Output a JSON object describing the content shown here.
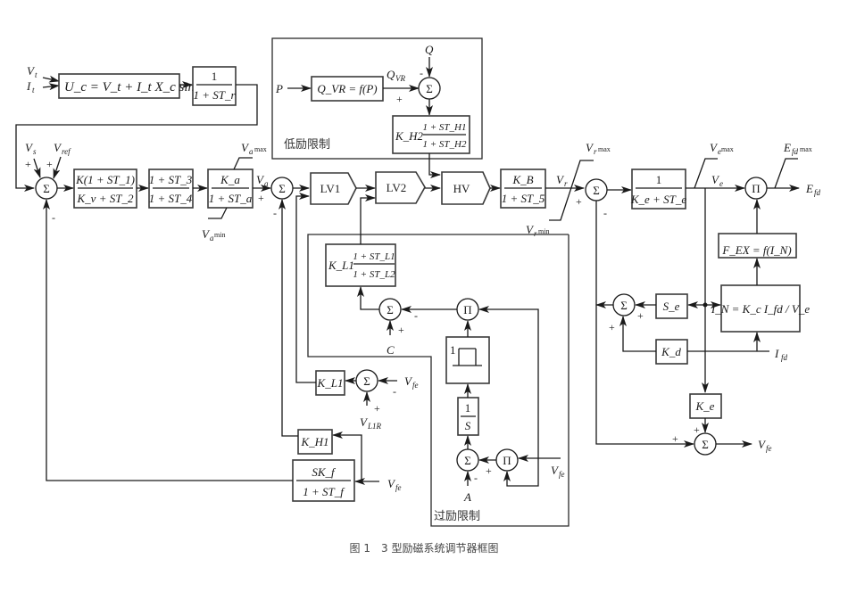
{
  "figure": {
    "caption": "图 1　3 型励磁系统调节器框图",
    "regions": {
      "under_excitation": "低励限制",
      "over_excitation": "过励限制"
    }
  },
  "inputs": {
    "Vt": "V",
    "Vt_sub": "t",
    "It": "I",
    "It_sub": "t",
    "Vs": "V",
    "Vs_sub": "s",
    "Vref": "V",
    "Vref_sub": "ref",
    "P": "P",
    "Q": "Q",
    "Ifd": "I",
    "Ifd_sub": "fd",
    "A": "A",
    "C": "C",
    "VL1R": "V",
    "VL1R_sub": "L1R",
    "Vfe": "V",
    "Vfe_sub": "fe"
  },
  "signals": {
    "Va": "V",
    "Va_sub": "a",
    "Vr": "V",
    "Vr_sub": "r",
    "Ve": "V",
    "Ve_sub": "e",
    "QVR": "Q",
    "QVR_sub": "VR",
    "Efd": "E",
    "Efd_sub": "fd"
  },
  "limits": {
    "Vamax": "max",
    "Vamin": "min",
    "Vrmax": "max",
    "Vrmin": "min",
    "Vemax": "max",
    "Efdmax": "max"
  },
  "blocks": {
    "compensator": "U_c = V_t + I_t X_c sin φ",
    "transducer": {
      "num": "1",
      "den": "1 + ST_r"
    },
    "lead_lag_1": {
      "num": "K(1 + ST_1)",
      "den": "K_v + ST_2"
    },
    "lead_lag_2": {
      "num": "1 + ST_3",
      "den": "1 + ST_4"
    },
    "amplifier": {
      "num": "K_a",
      "den": "1 + ST_a"
    },
    "lv1": "LV1",
    "lv2": "LV2",
    "hv": "HV",
    "kb_block": {
      "num": "K_B",
      "den": "1 + ST_5"
    },
    "exciter": {
      "num": "1",
      "den": "K_e + ST_e"
    },
    "qvr_function": "Q_VR = f(P)",
    "kh2_block": {
      "gain": "K_H2",
      "num": "1 + ST_H1",
      "den": "1 + ST_H2"
    },
    "kl1_leadlag": {
      "gain": "K_L1",
      "num": "1 + ST_L1",
      "den": "1 + ST_L2"
    },
    "integrator": {
      "num": "1",
      "den": "S"
    },
    "kl1_gain": "K_L1",
    "kh1_gain": "K_H1",
    "stabilizer": {
      "num": "SK_f",
      "den": "1 + ST_f"
    },
    "fex_function": "F_EX = f(I_N)",
    "in_function": "I_N = K_c I_fd / V_e",
    "se": "S_e",
    "kd": "K_d",
    "ke": "K_e",
    "hysteresis_level": "1"
  },
  "operators": {
    "sum": "Σ",
    "product": "Π",
    "plus": "+",
    "minus": "-"
  }
}
